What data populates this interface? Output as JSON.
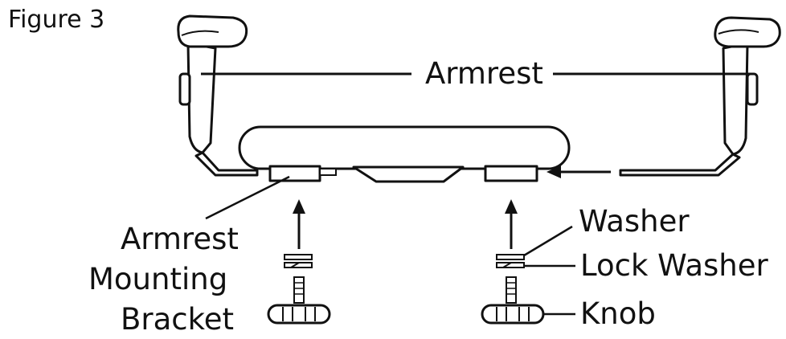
{
  "figure_label": "Figure 3",
  "labels": {
    "armrest": "Armrest",
    "bracket_line1": "Armrest",
    "bracket_line2": "Mounting",
    "bracket_line3": "Bracket",
    "washer": "Washer",
    "lock_washer": "Lock Washer",
    "knob": "Knob"
  }
}
